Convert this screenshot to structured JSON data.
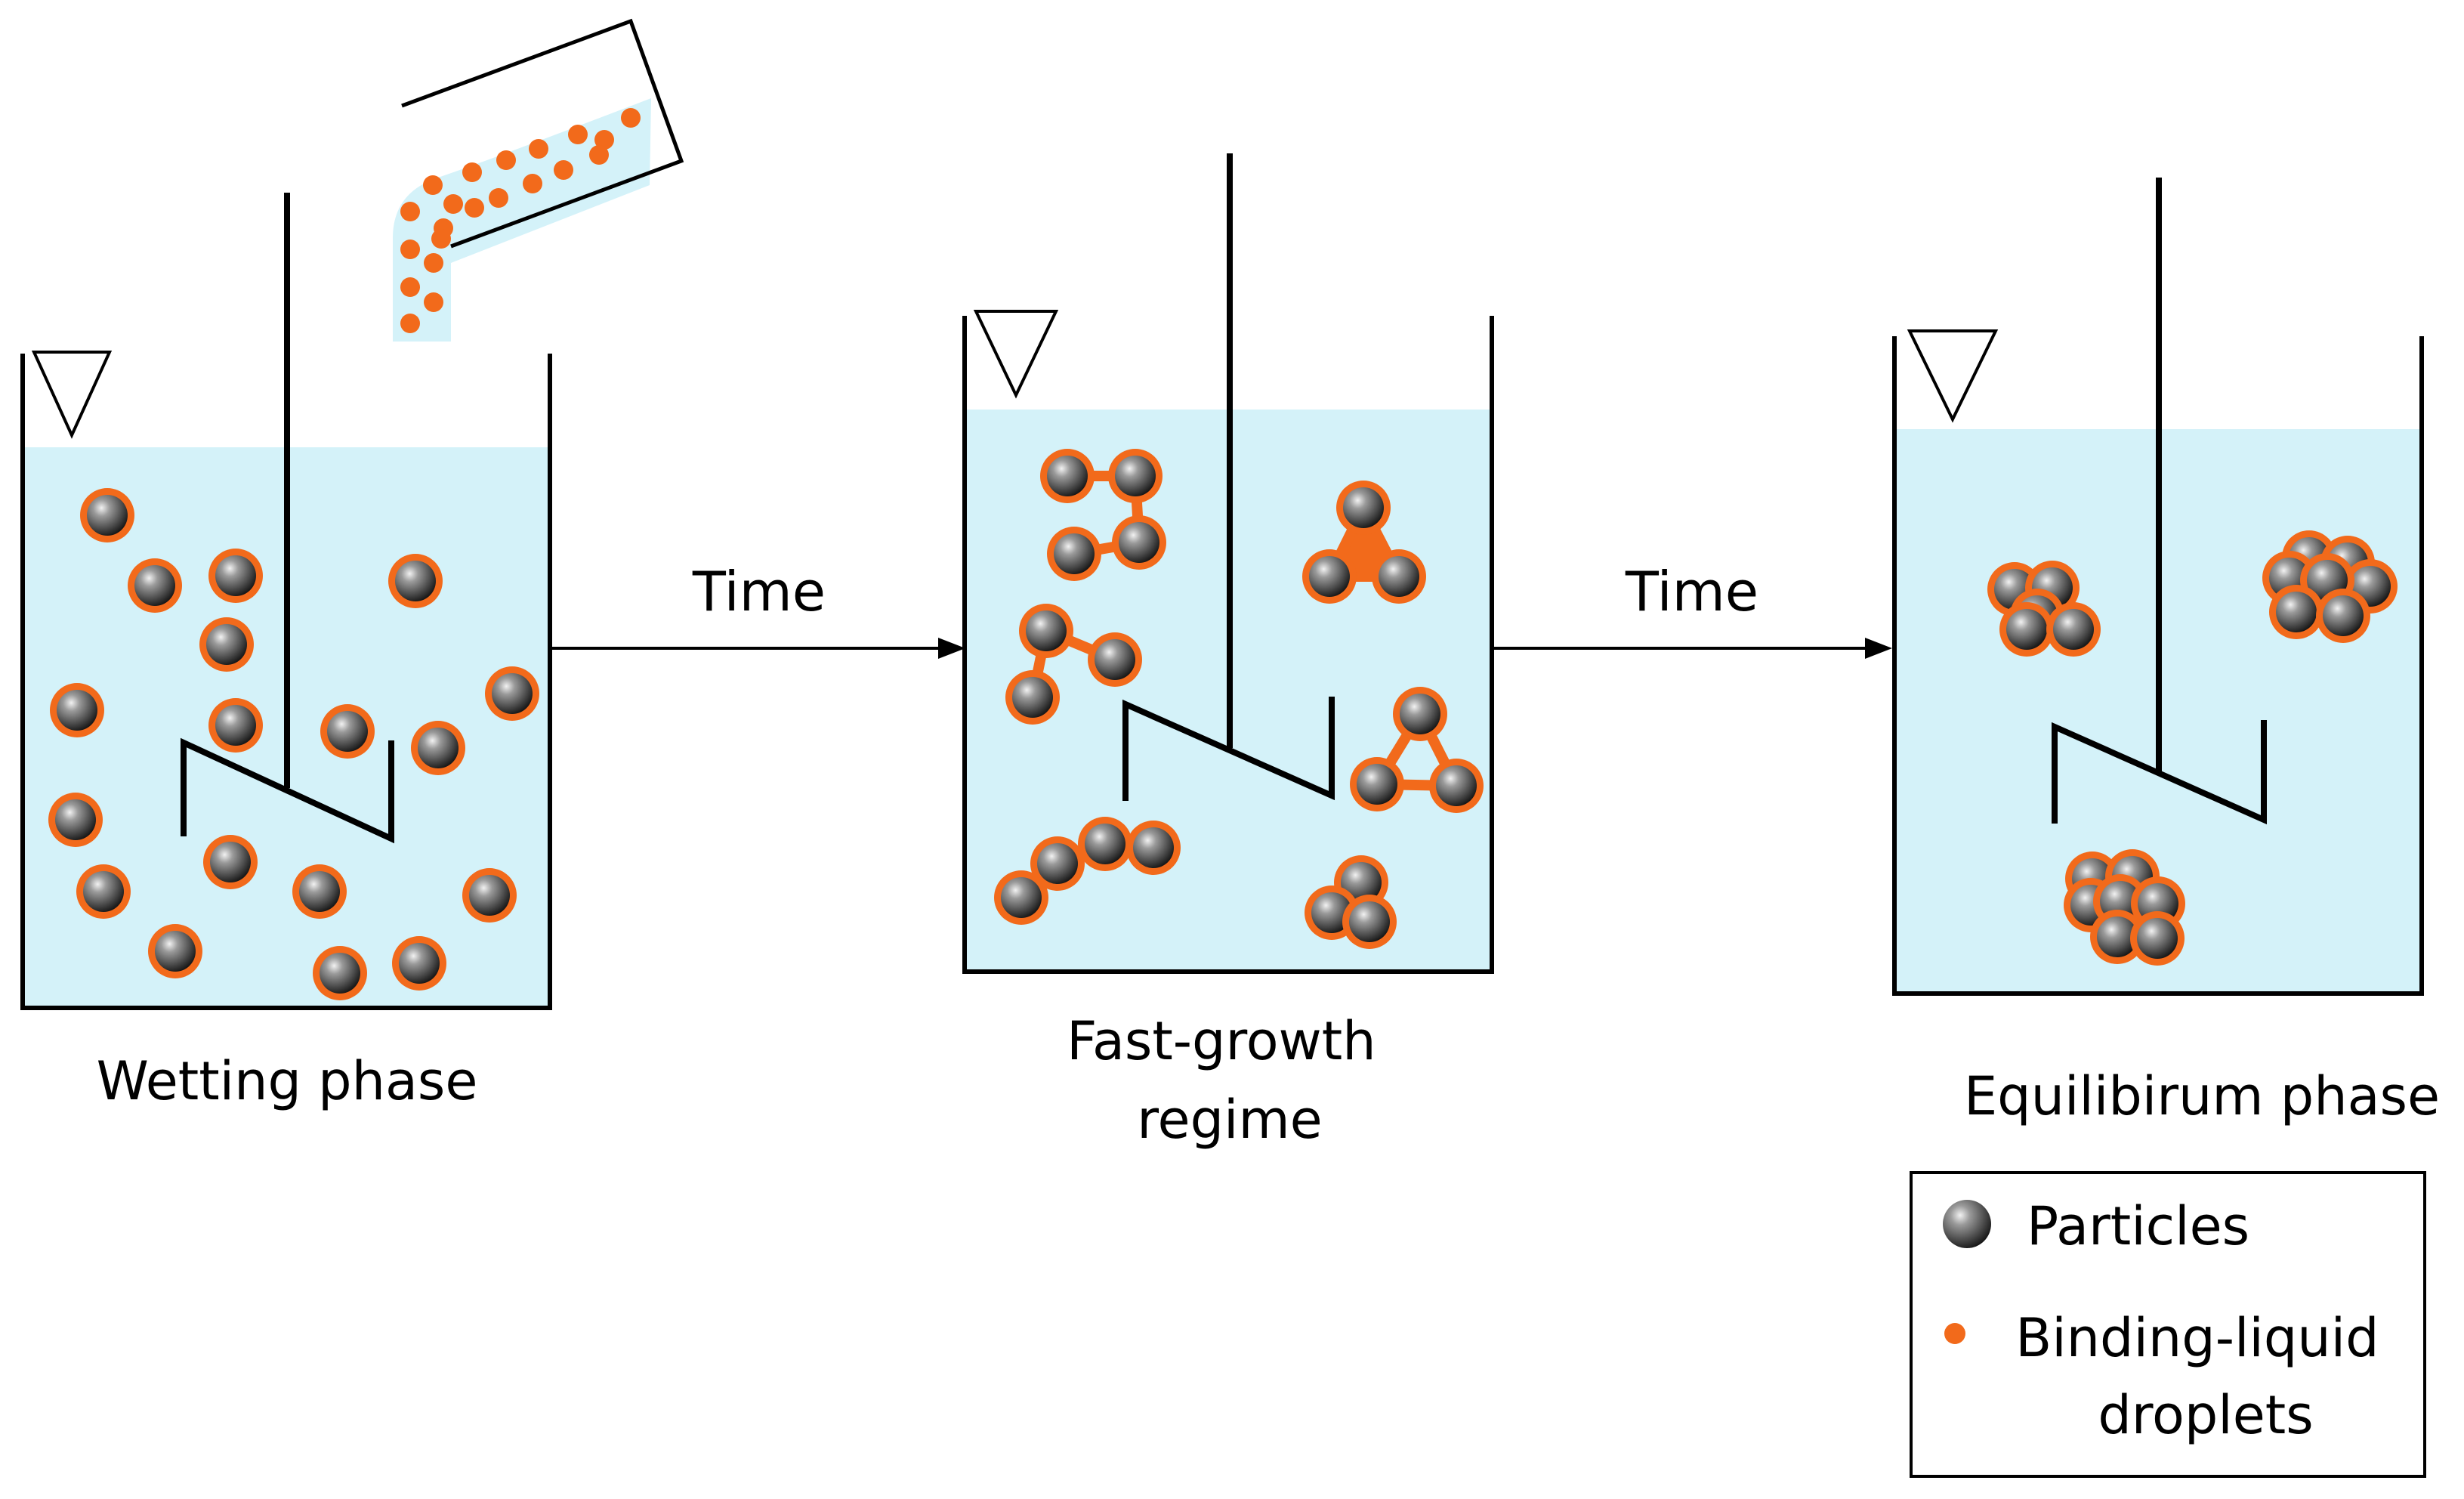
{
  "stages": [
    {
      "label_lines": [
        "Wetting phase"
      ]
    },
    {
      "label_lines": [
        "Fast-growth",
        "regime"
      ]
    },
    {
      "label_lines": [
        "Equilibirum phase"
      ]
    }
  ],
  "arrows": [
    {
      "label": "Time"
    },
    {
      "label": "Time"
    }
  ],
  "legend": {
    "particles": "Particles",
    "droplets_lines": [
      "Binding-liquid",
      "droplets"
    ]
  },
  "colors": {
    "liquid": "#d4f2f9",
    "droplet": "#f26a1b",
    "particle_dark": "#2a2a2a",
    "particle_light": "#bdbdbd",
    "outline": "#000000"
  },
  "icons": {
    "liquid_level": "inverted-triangle-icon",
    "stirrer": "impeller-icon",
    "particle": "sphere-icon",
    "droplet": "dot-icon",
    "pour_spout": "pouring-pipe-icon"
  }
}
